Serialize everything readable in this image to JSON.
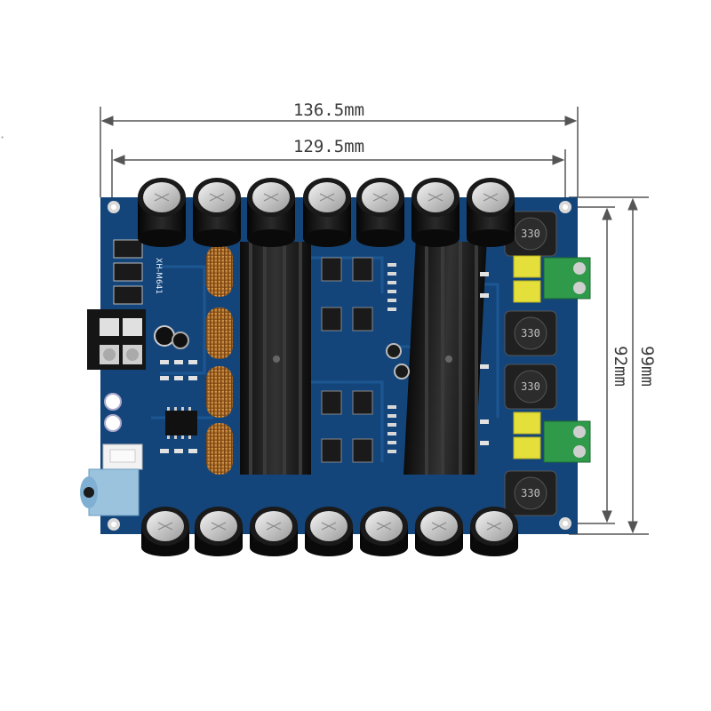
{
  "image": {
    "description_free": true,
    "colors": {
      "background": "#ffffff",
      "pcb": "#14457a",
      "pcb_trace": "#1e5a96",
      "heatsink": "#1a1a1a",
      "capacitor": "#111111",
      "capacitor_top": "#d6d6d6",
      "inductor": "#2a2a2a",
      "toroid": "#c9822f",
      "terminal_green": "#2e9a4a",
      "terminal_yellow": "#e4df3a",
      "dimension_line": "#555555"
    }
  },
  "dimensions": {
    "outer_width": "136.5mm",
    "inner_width": "129.5mm",
    "outer_height": "99mm",
    "inner_height": "92mm"
  },
  "board": {
    "silkscreen_label": "XH-M641",
    "inductor_marks": [
      "330",
      "330",
      "330",
      "330"
    ]
  }
}
